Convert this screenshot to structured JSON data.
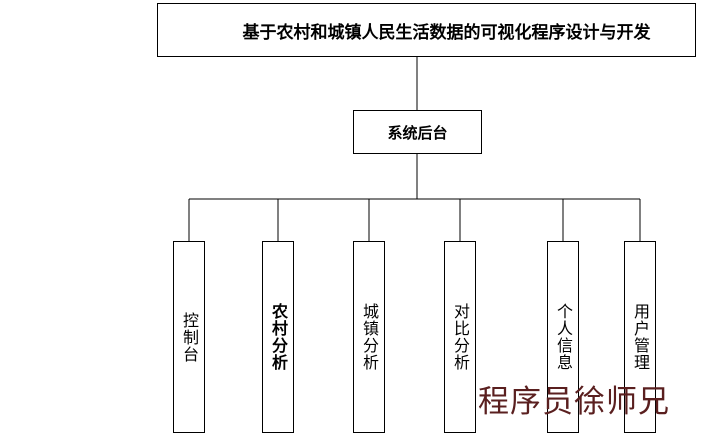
{
  "title": "基于农村和城镇人民生活数据的可视化程序设计与开发",
  "backend": "系统后台",
  "modules": [
    {
      "label": "控制台",
      "bold": false
    },
    {
      "label": "农村分析",
      "bold": true
    },
    {
      "label": "城镇分析",
      "bold": false
    },
    {
      "label": "对比分析",
      "bold": false
    },
    {
      "label": "个人信息",
      "bold": false
    },
    {
      "label": "用户管理",
      "bold": false
    }
  ],
  "watermark": "程序员徐师兄",
  "colors": {
    "line": "#000000",
    "watermark": "#5a1f1f"
  }
}
